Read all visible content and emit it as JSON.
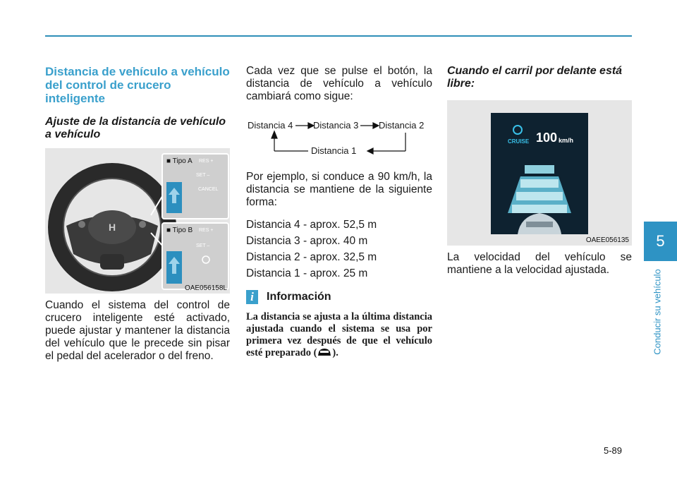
{
  "section": {
    "number": "5",
    "title": "Conducir su vehículo"
  },
  "page_number": "5-89",
  "col1": {
    "heading": "Distancia de vehículo a vehículo del control de crucero inteligente",
    "subheading": "Ajuste de la distancia de vehículo a vehículo",
    "figure": {
      "code": "OAE056158L",
      "tipo_a": "■ Tipo A",
      "tipo_b": "■ Tipo B",
      "btn_res": "RES +",
      "btn_set": "SET –",
      "btn_cancel": "CANCEL"
    },
    "paragraph": "Cuando el sistema del control de crucero inteligente esté activado, puede ajustar y mantener la distancia del vehículo que le precede sin pisar el pedal del acelerador o del freno."
  },
  "col2": {
    "paragraph1": "Cada vez que se pulse el botón, la distancia de vehículo a vehículo cambiará como sigue:",
    "diagram": {
      "d4": "Distancia 4",
      "d3": "Distancia 3",
      "d2": "Distancia 2",
      "d1": "Distancia 1"
    },
    "paragraph2": "Por ejemplo, si conduce a 90 km/h, la distancia se mantiene de la siguiente forma:",
    "list": [
      "Distancia 4 - aprox. 52,5 m",
      "Distancia 3 - aprox. 40 m",
      "Distancia 2 - aprox. 32,5 m",
      "Distancia 1 - aprox. 25 m"
    ],
    "info": {
      "icon": "i",
      "title": "Información",
      "text_before": "La distancia se ajusta a la última distancia ajustada cuando el sistema se usa por primera vez después de que el vehículo esté preparado (",
      "text_after": ")."
    }
  },
  "col3": {
    "heading": "Cuando el carril por delante está libre:",
    "figure": {
      "code": "OAEE056135",
      "cruise": "CRUISE",
      "speed": "100",
      "unit": "km/h"
    },
    "paragraph": "La velocidad del vehículo se mantiene a la velocidad ajustada."
  },
  "colors": {
    "accent": "#3aa0cc",
    "tab": "#2e93c4"
  }
}
